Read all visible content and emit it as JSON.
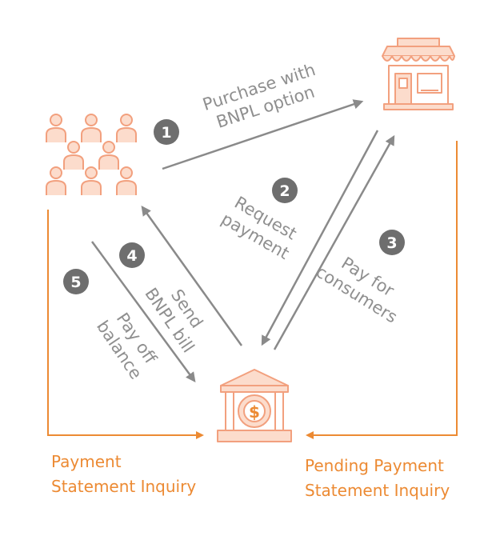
{
  "colors": {
    "accent": "#ec8a33",
    "icon_stroke": "#f2a07e",
    "icon_fill": "#fcdccc",
    "gray_arrow": "#8a8a8a",
    "gray_text": "#8f8f8f",
    "badge": "#6e6e6e"
  },
  "nodes": {
    "consumers": {
      "icon": "people-group-icon"
    },
    "merchant": {
      "icon": "storefront-icon"
    },
    "bank": {
      "icon": "bank-dollar-icon"
    }
  },
  "steps": [
    {
      "number": "1",
      "lines": [
        "Purchase with",
        "BNPL option"
      ]
    },
    {
      "number": "2",
      "lines": [
        "Request",
        "payment"
      ]
    },
    {
      "number": "3",
      "lines": [
        "Pay for",
        "consumers"
      ]
    },
    {
      "number": "4",
      "lines": [
        "Send",
        "BNPL bill"
      ]
    },
    {
      "number": "5",
      "lines": [
        "Pay off",
        "balance"
      ]
    }
  ],
  "inquiries": {
    "left": [
      "Payment",
      "Statement Inquiry"
    ],
    "right": [
      "Pending Payment",
      "Statement Inquiry"
    ]
  }
}
